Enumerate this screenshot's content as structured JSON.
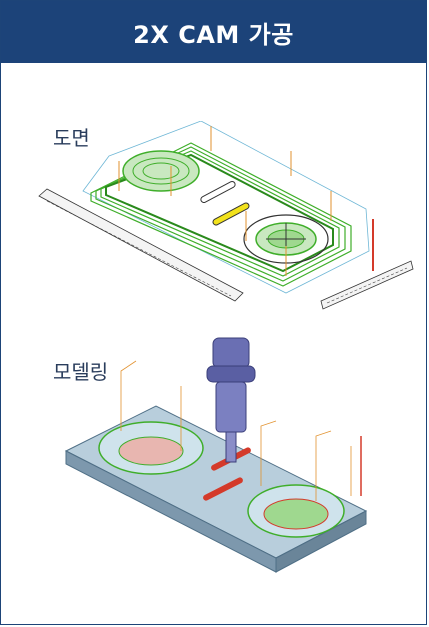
{
  "header": {
    "title": "2X CAM 가공"
  },
  "sections": {
    "drawing": {
      "label": "도면"
    },
    "modeling": {
      "label": "모델링"
    }
  },
  "colors": {
    "header_bg": "#1c4379",
    "toolpath_green": "#3fae2a",
    "tool_body": "#6a6fb3",
    "part_steel": "#9fb6c8",
    "highlight_red": "#d43a2a",
    "highlight_yellow": "#f2e21c",
    "rapid_orange": "#e2922f"
  }
}
